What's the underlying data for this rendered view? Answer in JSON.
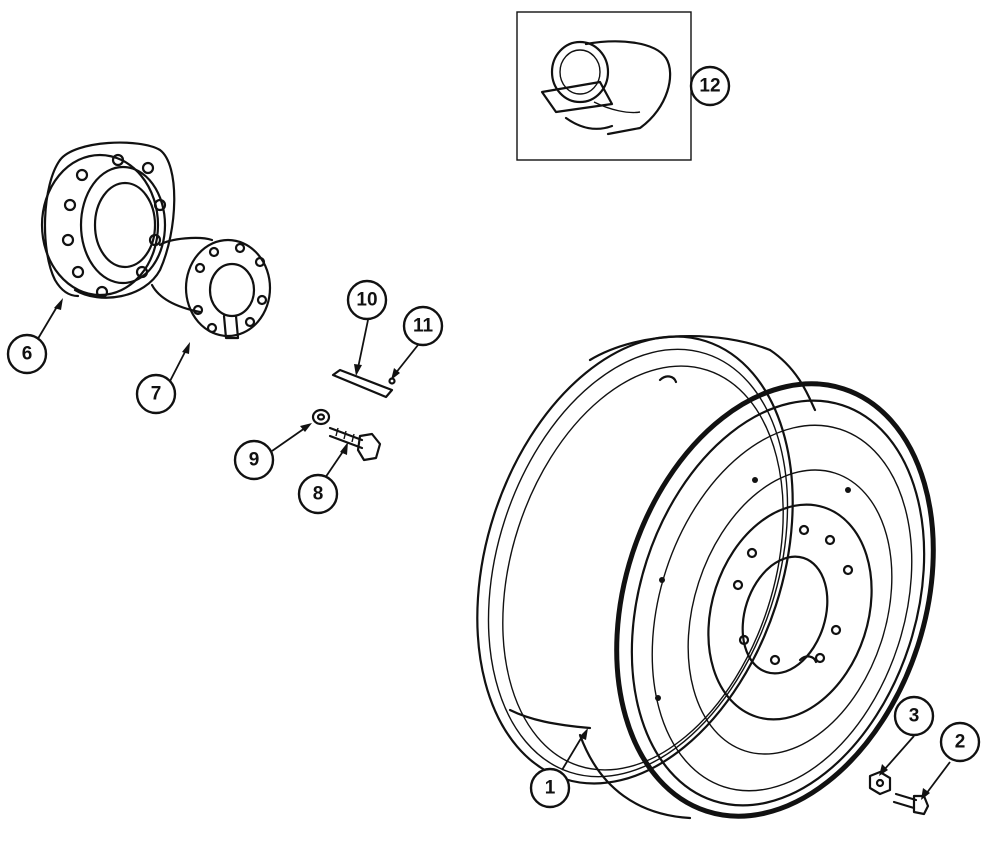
{
  "callouts": [
    {
      "id": "1",
      "label": "1",
      "part": "wheel-rim"
    },
    {
      "id": "2",
      "label": "2",
      "part": "wheel-bolt"
    },
    {
      "id": "3",
      "label": "3",
      "part": "wheel-nut"
    },
    {
      "id": "6",
      "label": "6",
      "part": "hub-flange"
    },
    {
      "id": "7",
      "label": "7",
      "part": "hub-adapter"
    },
    {
      "id": "8",
      "label": "8",
      "part": "cap-screw"
    },
    {
      "id": "9",
      "label": "9",
      "part": "washer"
    },
    {
      "id": "10",
      "label": "10",
      "part": "key"
    },
    {
      "id": "11",
      "label": "11",
      "part": "small-pin"
    },
    {
      "id": "12",
      "label": "12",
      "part": "bushing"
    }
  ],
  "colors": {
    "line": "#111111",
    "background": "#ffffff"
  }
}
